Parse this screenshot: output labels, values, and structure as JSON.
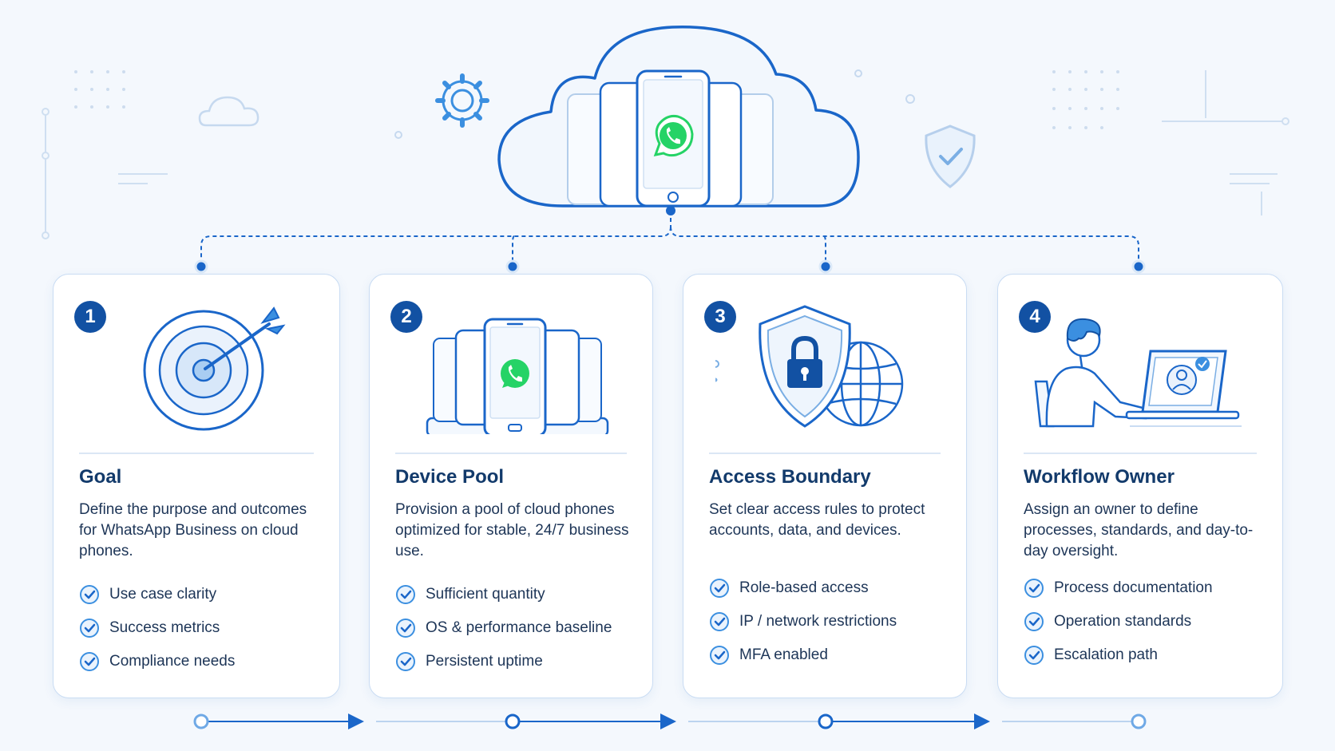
{
  "accent": "#1a66c9",
  "brand_green": "#25d366",
  "hub": {
    "icon": "cloud-phones-whatsapp-icon"
  },
  "cards": [
    {
      "number": "1",
      "title": "Goal",
      "description": "Define the purpose and outcomes for WhatsApp Business on cloud phones.",
      "icon": "target-arrow-icon",
      "items": [
        "Use case clarity",
        "Success metrics",
        "Compliance needs"
      ]
    },
    {
      "number": "2",
      "title": "Device Pool",
      "description": "Provision a pool of cloud phones optimized for stable, 24/7 business use.",
      "icon": "phone-pool-icon",
      "items": [
        "Sufficient quantity",
        "OS & performance baseline",
        "Persistent uptime"
      ]
    },
    {
      "number": "3",
      "title": "Access Boundary",
      "description": "Set clear access rules to protect accounts, data, and devices.",
      "icon": "shield-lock-globe-icon",
      "items": [
        "Role-based access",
        "IP / network restrictions",
        "MFA enabled"
      ]
    },
    {
      "number": "4",
      "title": "Workflow Owner",
      "description": "Assign an owner to define processes, standards, and day-to-day oversight.",
      "icon": "person-at-laptop-icon",
      "items": [
        "Process documentation",
        "Operation standards",
        "Escalation path"
      ]
    }
  ]
}
